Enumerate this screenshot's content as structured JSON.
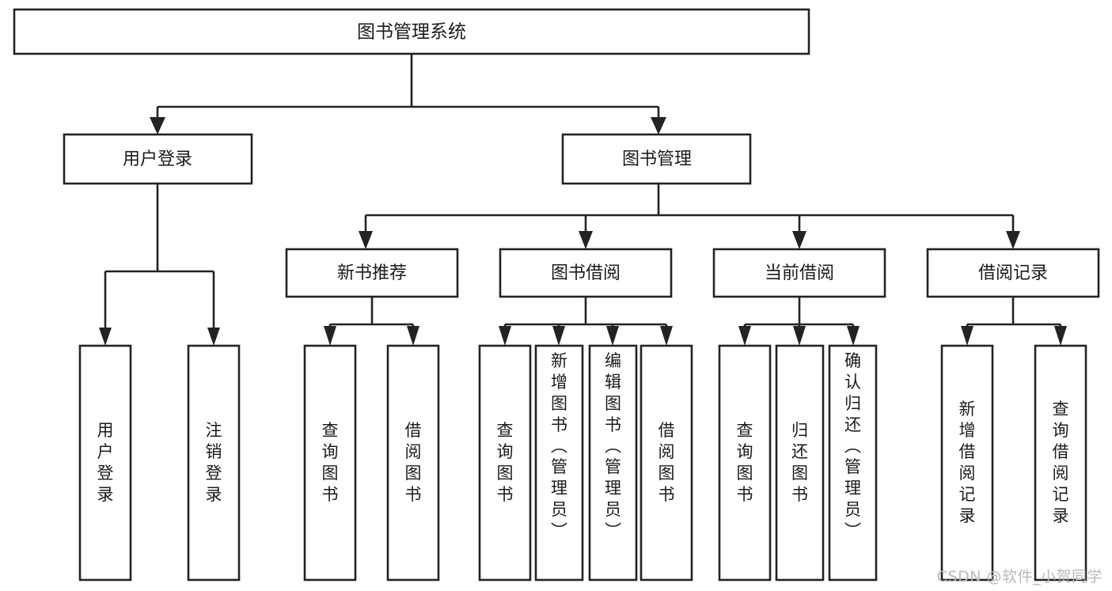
{
  "diagram": {
    "title": "图书管理系统",
    "type": "hierarchy-tree",
    "watermark": "CSDN @软件_小贺同学",
    "colors": {
      "stroke": "#232323",
      "box_fill": "#ffffff",
      "text": "#1b1b1b",
      "background": "#ffffff",
      "watermark": "#b9b9b9"
    },
    "levels": [
      {
        "level": 1,
        "nodes": [
          {
            "id": "root",
            "label": "图书管理系统",
            "orientation": "horizontal"
          }
        ]
      },
      {
        "level": 2,
        "nodes": [
          {
            "id": "user-login",
            "label": "用户登录",
            "orientation": "horizontal",
            "parent": "root"
          },
          {
            "id": "book-manage",
            "label": "图书管理",
            "orientation": "horizontal",
            "parent": "root"
          }
        ]
      },
      {
        "level": 3,
        "nodes": [
          {
            "id": "new-book-recommend",
            "label": "新书推荐",
            "orientation": "horizontal",
            "parent": "book-manage"
          },
          {
            "id": "book-borrow",
            "label": "图书借阅",
            "orientation": "horizontal",
            "parent": "book-manage"
          },
          {
            "id": "current-borrow",
            "label": "当前借阅",
            "orientation": "horizontal",
            "parent": "book-manage"
          },
          {
            "id": "borrow-record",
            "label": "借阅记录",
            "orientation": "horizontal",
            "parent": "book-manage"
          }
        ]
      },
      {
        "level": 4,
        "nodes": [
          {
            "id": "leaf-user-login",
            "label": "用户登录",
            "orientation": "vertical",
            "parent": "user-login"
          },
          {
            "id": "leaf-logout",
            "label": "注销登录",
            "orientation": "vertical",
            "parent": "user-login"
          },
          {
            "id": "leaf-query-book-1",
            "label": "查询图书",
            "orientation": "vertical",
            "parent": "new-book-recommend"
          },
          {
            "id": "leaf-borrow-book-1",
            "label": "借阅图书",
            "orientation": "vertical",
            "parent": "new-book-recommend"
          },
          {
            "id": "leaf-query-book-2",
            "label": "查询图书",
            "orientation": "vertical",
            "parent": "book-borrow"
          },
          {
            "id": "leaf-add-book",
            "label": "新增图书（管理员）",
            "orientation": "vertical",
            "parent": "book-borrow"
          },
          {
            "id": "leaf-edit-book",
            "label": "编辑图书（管理员）",
            "orientation": "vertical",
            "parent": "book-borrow"
          },
          {
            "id": "leaf-borrow-book-2",
            "label": "借阅图书",
            "orientation": "vertical",
            "parent": "book-borrow"
          },
          {
            "id": "leaf-query-book-3",
            "label": "查询图书",
            "orientation": "vertical",
            "parent": "current-borrow"
          },
          {
            "id": "leaf-return-book",
            "label": "归还图书",
            "orientation": "vertical",
            "parent": "current-borrow"
          },
          {
            "id": "leaf-confirm-return",
            "label": "确认归还（管理员）",
            "orientation": "vertical",
            "parent": "current-borrow"
          },
          {
            "id": "leaf-add-record",
            "label": "新增借阅记录",
            "orientation": "vertical",
            "parent": "borrow-record"
          },
          {
            "id": "leaf-query-record",
            "label": "查询借阅记录",
            "orientation": "vertical",
            "parent": "borrow-record"
          }
        ]
      }
    ]
  }
}
